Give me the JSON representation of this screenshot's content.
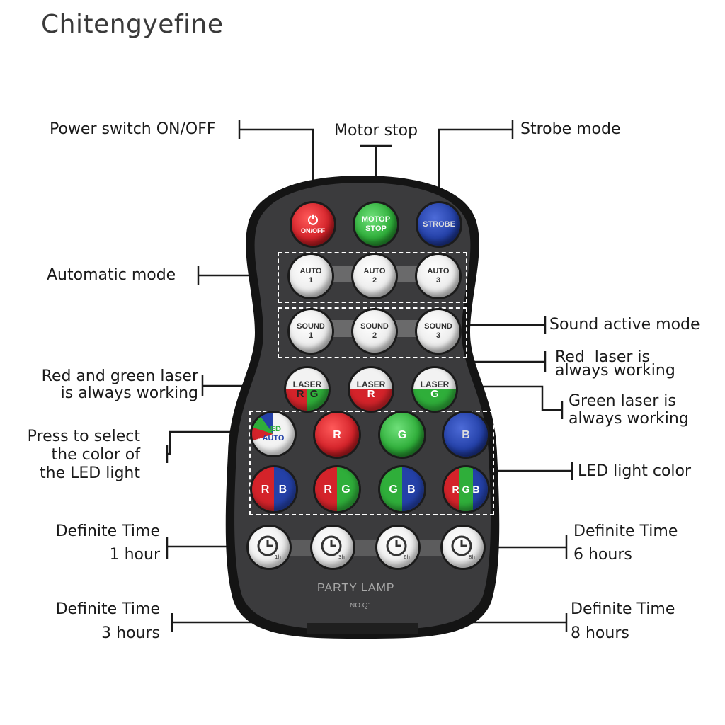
{
  "watermark": "Chitengyefine",
  "labels": {
    "power": "Power switch ON/OFF",
    "motor": "Motor stop",
    "strobe": "Strobe mode",
    "auto": "Automatic mode",
    "sound": "Sound active mode",
    "red_laser_1": "Red  laser is",
    "red_laser_2": "always working",
    "rg_laser_1": "Red and green laser",
    "rg_laser_2": "is always working",
    "green_laser_1": "Green laser is",
    "green_laser_2": "always working",
    "press_1": "Press to select",
    "press_2": "the color of",
    "press_3": "the LED light",
    "led_color": "LED light color",
    "t1_1": "Definite Time",
    "t1_2": "1 hour",
    "t6_1": "Definite Time",
    "t6_2": "6 hours",
    "t3_1": "Definite Time",
    "t3_2": "3 hours",
    "t8_1": "Definite Time",
    "t8_2": "8 hours"
  },
  "remote": {
    "btn_power": "ON/OFF",
    "btn_motor_1": "MOTOP",
    "btn_motor_2": "STOP",
    "btn_strobe_1": "STROBE",
    "btn_strobe_2": "",
    "auto": [
      "AUTO",
      "AUTO",
      "AUTO"
    ],
    "auto_n": [
      "1",
      "2",
      "3"
    ],
    "sound": [
      "SOUND",
      "SOUND",
      "SOUND"
    ],
    "sound_n": [
      "1",
      "2",
      "3"
    ],
    "laser": "LASER",
    "laser1_sub": "R  G",
    "laser2_sub": "R",
    "laser3_sub": "G",
    "led_auto_1": "LED",
    "led_auto_2": "AUTO",
    "c_r": "R",
    "c_g": "G",
    "c_b": "B",
    "c_rb": "R   B",
    "c_rg": "R   G",
    "c_gb": "G   B",
    "c_rgb": "R G B",
    "brand": "PARTY  LAMP",
    "model": "NO.Q1"
  },
  "colors": {
    "body": "#3b3b3d",
    "rim": "#141414",
    "red": "#d4232a",
    "green": "#2fae3a",
    "blue": "#2441a8"
  }
}
